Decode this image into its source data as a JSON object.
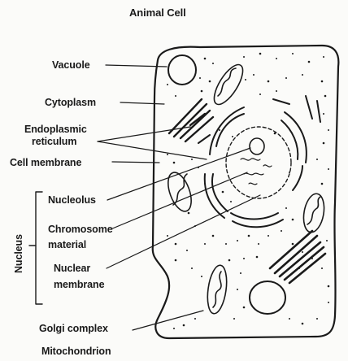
{
  "title": "Animal Cell",
  "labels": {
    "vacuole": "Vacuole",
    "cytoplasm": "Cytoplasm",
    "endoplasmic_1": "Endoplasmic",
    "endoplasmic_2": "reticulum",
    "cell_membrane": "Cell membrane",
    "nucleolus": "Nucleolus",
    "chromosome_1": "Chromosome",
    "chromosome_2": "material",
    "nuclear_1": "Nuclear",
    "nuclear_2": "membrane",
    "golgi": "Golgi complex",
    "mitochondrion": "Mitochondrion"
  },
  "group_label": "Nucleus",
  "colors": {
    "ink": "#1a1a1a",
    "paper": "#fbfbf9"
  }
}
